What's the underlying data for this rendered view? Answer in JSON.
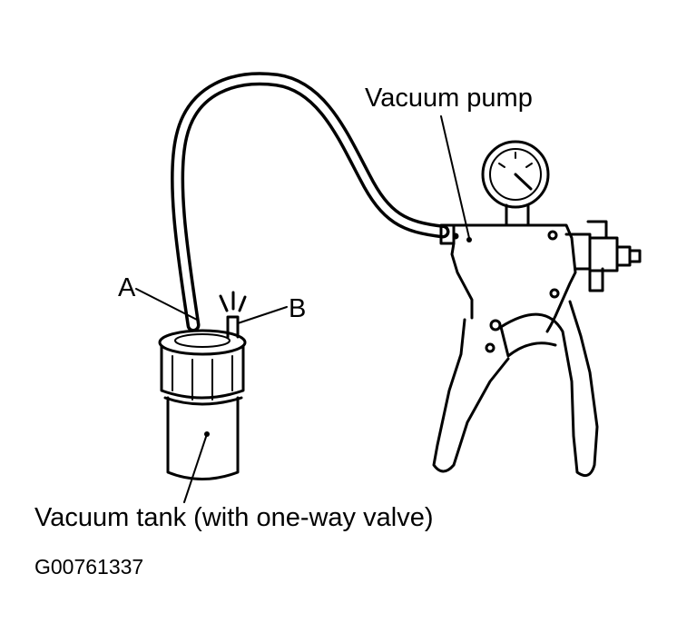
{
  "labels": {
    "vacuum_pump": "Vacuum pump",
    "a": "A",
    "b": "B",
    "vacuum_tank": "Vacuum tank (with one-way valve)",
    "figure_code": "G00761337"
  },
  "colors": {
    "ink": "#000000",
    "paper": "#ffffff"
  }
}
